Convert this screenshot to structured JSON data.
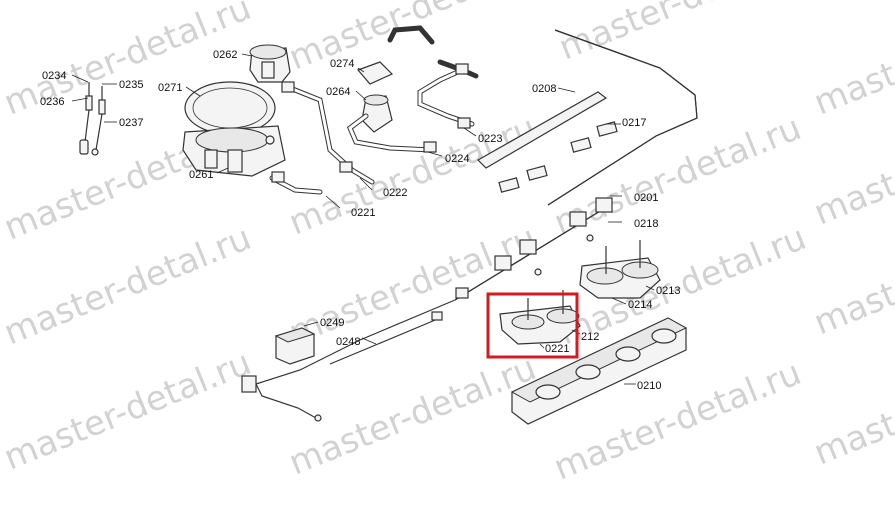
{
  "watermark": {
    "text": "master-detal.ru",
    "color": "#d2d2d2"
  },
  "highlight": {
    "color": "#d71920"
  },
  "labels": {
    "p0234": "0234",
    "p0235": "0235",
    "p0236": "0236",
    "p0237": "0237",
    "p0262": "0262",
    "p0271": "0271",
    "p0261": "0261",
    "p0274": "0274",
    "p0264": "0264",
    "p0223": "0223",
    "p0224": "0224",
    "p0222": "0222",
    "p0221a": "0221",
    "p0208": "0208",
    "p0217": "0217",
    "p0201": "0201",
    "p0218": "0218",
    "p0213": "0213",
    "p0214": "0214",
    "p0249": "0249",
    "p0248": "0248",
    "p0221b": "0221",
    "p212": "212",
    "p0210": "0210"
  }
}
